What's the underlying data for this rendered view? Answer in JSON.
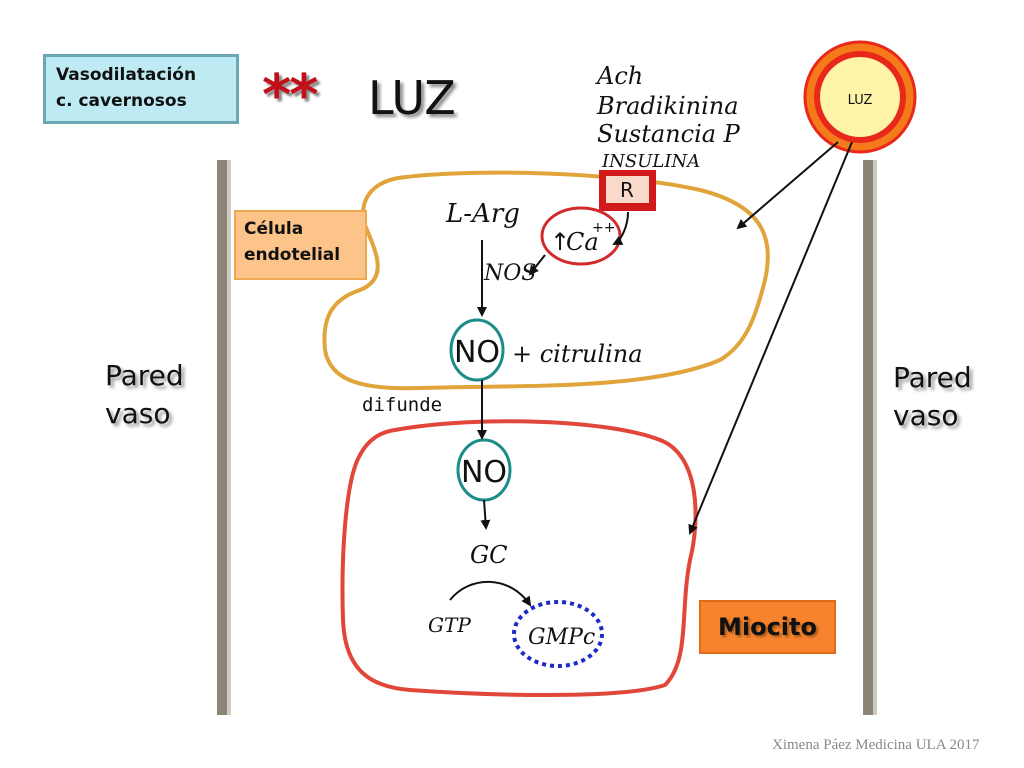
{
  "title_box": {
    "line1": "Vasodilatación",
    "line2": "c. cavernosos"
  },
  "stars": "**",
  "luz_title": "LUZ",
  "lumen_label": "LUZ",
  "stimuli": [
    "Ach",
    "Bradikinina",
    "Sustancia P",
    "INSULINA"
  ],
  "receptor_label": "R",
  "endothelial_box": {
    "line1": "Célula",
    "line2": "endotelial"
  },
  "endothelial": {
    "larg": "L-Arg",
    "calcium": "Ca",
    "calcium_arrow": "↑",
    "calcium_charge": "++",
    "nos": "NOS",
    "no": "NO",
    "citrulina": "+ citrulina"
  },
  "wall_left": {
    "line1": "Pared",
    "line2": "vaso"
  },
  "wall_right": {
    "line1": "Pared",
    "line2": "vaso"
  },
  "difunde": "difunde",
  "myocyte": {
    "no": "NO",
    "gc": "GC",
    "gtp": "GTP",
    "gmpc": "GMPc"
  },
  "miocito_label": "Miocito",
  "credit": "Ximena Páez Medicina ULA 2017",
  "colors": {
    "endothelial_outline": "#e0a43a",
    "myocyte_outline": "#e0473a",
    "no_circle": "#1b8c88",
    "calcium_circle": "#d22a2a",
    "gmpc_circle": "#1c2ac8",
    "receptor_fill": "#d21a1a",
    "lumen_outer": "#f47a1a",
    "lumen_mid": "#e8281a",
    "lumen_inner": "#fdf4a8"
  }
}
